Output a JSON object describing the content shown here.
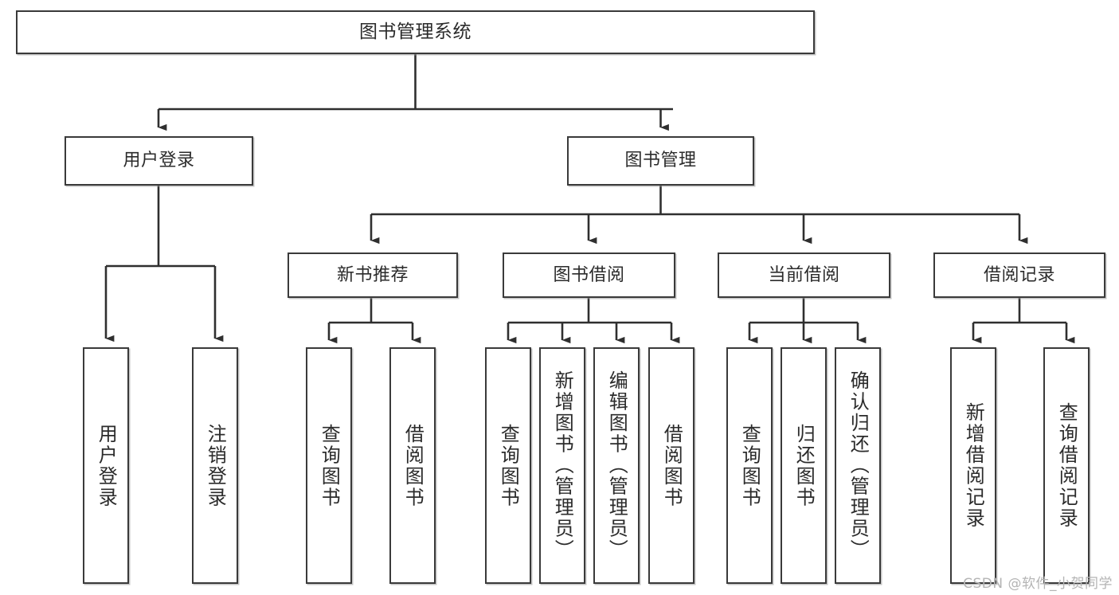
{
  "diagram": {
    "title": "图书管理系统",
    "type": "hierarchy-tree",
    "watermark": "CSDN @软件_小贺同学",
    "colors": {
      "node_border": "#3a3a3a",
      "node_fill": "#ffffff",
      "connector": "#2f2f2f",
      "watermark": "#b4b4b4",
      "background": "#ffffff"
    },
    "root": {
      "id": "root",
      "label": "图书管理系统"
    },
    "level1": [
      {
        "id": "l1-user-login",
        "label": "用户登录"
      },
      {
        "id": "l1-book-manage",
        "label": "图书管理"
      }
    ],
    "level2": [
      {
        "id": "l2-new-book-rec",
        "label": "新书推荐",
        "parent": "l1-book-manage"
      },
      {
        "id": "l2-book-borrow",
        "label": "图书借阅",
        "parent": "l1-book-manage"
      },
      {
        "id": "l2-current-borrow",
        "label": "当前借阅",
        "parent": "l1-book-manage"
      },
      {
        "id": "l2-borrow-record",
        "label": "借阅记录",
        "parent": "l1-book-manage"
      }
    ],
    "leaves": [
      {
        "id": "leaf-user-login",
        "label": "用户登录",
        "parent": "l1-user-login"
      },
      {
        "id": "leaf-logout",
        "label": "注销登录",
        "parent": "l1-user-login"
      },
      {
        "id": "leaf-query-book-rec",
        "label": "查询图书",
        "parent": "l2-new-book-rec"
      },
      {
        "id": "leaf-borrow-book-rec",
        "label": "借阅图书",
        "parent": "l2-new-book-rec"
      },
      {
        "id": "leaf-query-book-borrow",
        "label": "查询图书",
        "parent": "l2-book-borrow"
      },
      {
        "id": "leaf-add-book",
        "label": "新增图书（管理员）",
        "parent": "l2-book-borrow"
      },
      {
        "id": "leaf-edit-book",
        "label": "编辑图书（管理员）",
        "parent": "l2-book-borrow"
      },
      {
        "id": "leaf-borrow-book",
        "label": "借阅图书",
        "parent": "l2-book-borrow"
      },
      {
        "id": "leaf-query-book-current",
        "label": "查询图书",
        "parent": "l2-current-borrow"
      },
      {
        "id": "leaf-return-book",
        "label": "归还图书",
        "parent": "l2-current-borrow"
      },
      {
        "id": "leaf-confirm-return",
        "label": "确认归还（管理员）",
        "parent": "l2-current-borrow"
      },
      {
        "id": "leaf-add-record",
        "label": "新增借阅记录",
        "parent": "l2-borrow-record"
      },
      {
        "id": "leaf-query-record",
        "label": "查询借阅记录",
        "parent": "l2-borrow-record"
      }
    ]
  }
}
